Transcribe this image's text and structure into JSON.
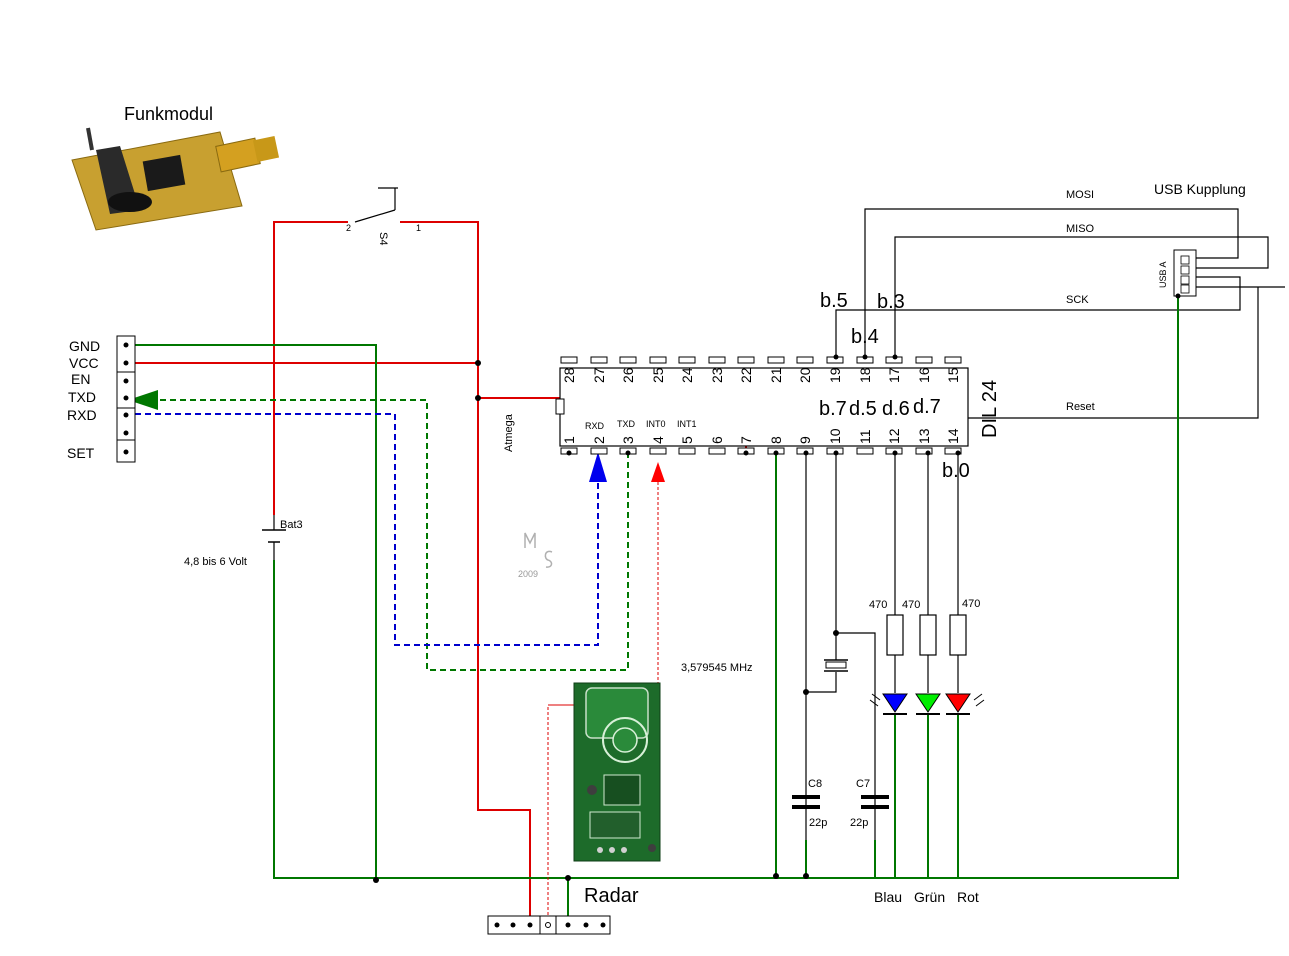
{
  "modules": {
    "funkmodul": "Funkmodul",
    "radar": "Radar",
    "usb_coupling": "USB Kupplung",
    "usb_connector": "USB A"
  },
  "header_pins": [
    "GND",
    "VCC",
    "EN",
    "TXD",
    "RXD",
    "SET"
  ],
  "ic": {
    "name": "DIL 24",
    "type": "Atmega",
    "top_pins": [
      "28",
      "27",
      "26",
      "25",
      "24",
      "23",
      "22",
      "21",
      "20",
      "19",
      "18",
      "17",
      "16",
      "15"
    ],
    "bottom_pins": [
      "1",
      "2",
      "3",
      "4",
      "5",
      "6",
      "7",
      "8",
      "9",
      "10",
      "11",
      "12",
      "13",
      "14"
    ],
    "inner_labels": [
      "RXD",
      "TXD",
      "INT0",
      "INT1"
    ],
    "port_labels": [
      "b.5",
      "b.4",
      "b.3",
      "b.7",
      "d.5",
      "d.6",
      "d.7",
      "b.0"
    ]
  },
  "usb_signals": [
    "MOSI",
    "MISO",
    "SCK",
    "Reset"
  ],
  "components": {
    "switch": "S4",
    "switch_pin_left": "2",
    "switch_pin_right": "1",
    "battery": "Bat3",
    "battery_voltage": "4,8 bis 6 Volt",
    "crystal": "3,579545 MHz",
    "cap_c8": "C8",
    "cap_c8_value": "22p",
    "cap_c7": "C7",
    "cap_c7_value": "22p",
    "resistor_values": [
      "470",
      "470",
      "470"
    ]
  },
  "led_labels": [
    "Blau",
    "Grün",
    "Rot"
  ],
  "signature": {
    "year": "2009"
  },
  "colors": {
    "wire": "#000000",
    "vcc": "#dd0000",
    "gnd": "#007700",
    "txd_dashed": "#007700",
    "rxd_dashed": "#0000cc",
    "radar_dashed": "#dd0000",
    "led_blue": "#0000ff",
    "led_green": "#00ee00",
    "led_red": "#ff0000",
    "pcb_green": "#1d6b2a"
  }
}
